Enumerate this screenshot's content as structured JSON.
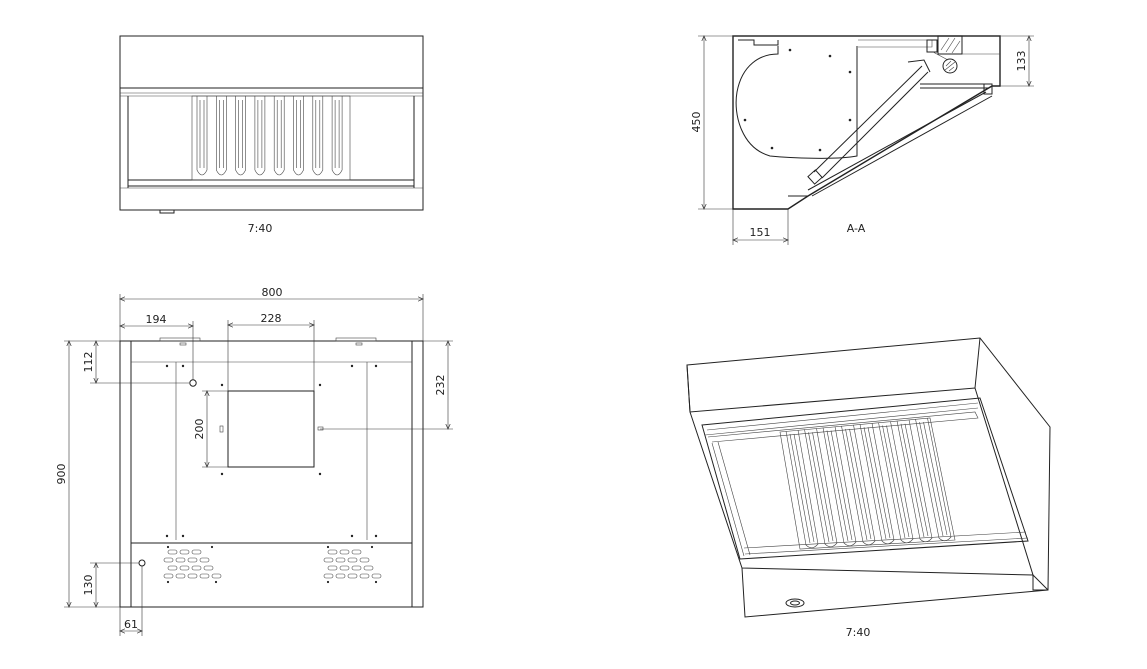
{
  "views": {
    "front": {
      "scale_label": "7:40"
    },
    "section": {
      "title": "A-A",
      "dimensions": {
        "height": "450",
        "right_height": "133",
        "base_width": "151"
      }
    },
    "top": {
      "dimensions": {
        "width": "800",
        "left_offset": "194",
        "outlet_width": "228",
        "outlet_height": "200",
        "depth": "900",
        "top_offset": "112",
        "right_offset": "232",
        "drain_height": "130",
        "drain_offset": "61"
      }
    },
    "iso": {
      "scale_label": "7:40"
    }
  },
  "colors": {
    "line": "#222222",
    "background": "#ffffff"
  }
}
